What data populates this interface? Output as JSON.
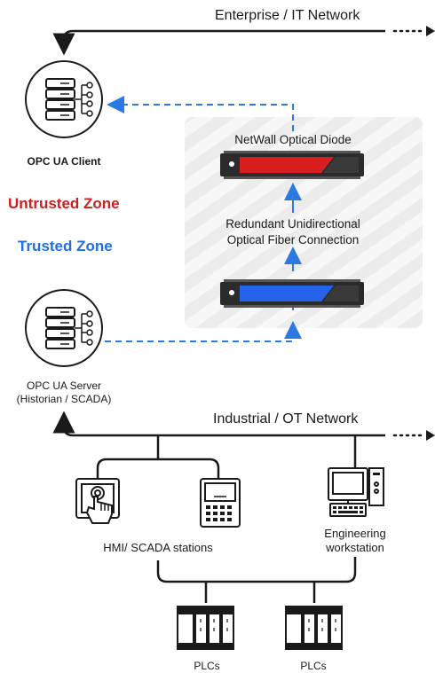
{
  "networks": {
    "enterprise": "Enterprise / IT Network",
    "industrial": "Industrial / OT Network"
  },
  "nodes": {
    "opc_client": "OPC UA Client",
    "opc_server_line1": "OPC UA Server",
    "opc_server_line2": "(Historian / SCADA)",
    "hmi": "HMI/ SCADA stations",
    "engineering_line1": "Engineering",
    "engineering_line2": "workstation",
    "plc_left": "PLCs",
    "plc_right": "PLCs"
  },
  "zones": {
    "untrusted": "Untrusted Zone",
    "trusted": "Trusted Zone"
  },
  "diode": {
    "title": "NetWall Optical Diode",
    "connection_line1": "Redundant Unidirectional",
    "connection_line2": "Optical Fiber Connection"
  },
  "colors": {
    "untrusted": "#cc1f1f",
    "trusted": "#1f6fe0",
    "flow": "#2a7ae2",
    "line": "#1a1a1a",
    "diode_red": "#d81e1e",
    "diode_blue": "#2563eb"
  },
  "icons": {
    "client": "database-network-icon",
    "server": "database-network-icon",
    "hmi_touch": "touchscreen-hand-icon",
    "hmi_panel": "control-panel-icon",
    "engineering": "desktop-computer-icon",
    "plc": "plc-rack-icon"
  }
}
